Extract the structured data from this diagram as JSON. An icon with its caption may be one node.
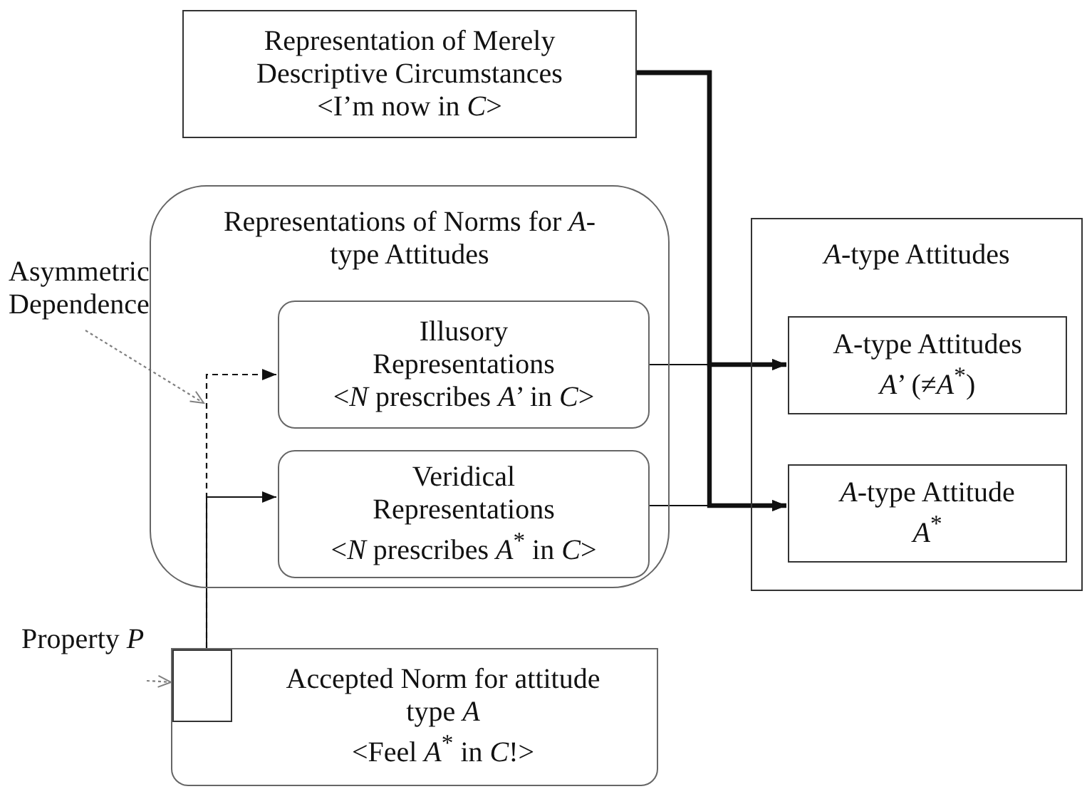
{
  "diagram": {
    "nodes": [
      {
        "text": [
          "Representation of Merely Descriptive Circumstances",
          "<I’m now in *C*>"
        ]
      },
      {
        "text": [
          "Representations of Norms for *A*-type Attitudes"
        ]
      },
      {
        "text": [
          "Illusory Representations",
          "<*N* prescribes *A*’ in *C*>"
        ],
        "in": 1
      },
      {
        "text": [
          "Veridical Representations",
          "<*N* prescribes *A*$^{*}$ in *C*>"
        ],
        "in": 1
      },
      {
        "text": [
          "*A*-type Attitudes"
        ]
      },
      {
        "text": [
          "A-type Attitudes",
          "*A*’ (≠*A*$^{*}$)"
        ],
        "in": 4
      },
      {
        "text": [
          "*A*-type Attitude",
          "*A*$^{*}$"
        ],
        "in": 4
      },
      {
        "text": [
          "Accepted Norm for attitude type *A*",
          "<Feel *A*$^{*}$ in *C*!>"
        ]
      },
      {
        "text": [],
        "shape": "box",
        "in": 7
      },
      {
        "text": [
          "Property *P*"
        ]
      },
      {
        "text": [
          "Asymmetric Dependence"
        ]
      }
    ],
    "edges": [
      {
        "from": 0,
        "to": 5,
        "arrow": "to",
        "style": "thick"
      },
      {
        "from": 0,
        "to": 6,
        "arrow": "to",
        "style": "thick"
      },
      {
        "from": 2,
        "to": 5,
        "arrow": "to"
      },
      {
        "from": 3,
        "to": 6,
        "arrow": "to"
      },
      {
        "from": 8,
        "to": 2,
        "arrow": "to",
        "style": "dashed"
      },
      {
        "from": 8,
        "to": 3,
        "arrow": "to"
      },
      {
        "from": 10,
        "to": null,
        "arrow": "to",
        "style": "dashed",
        "color": "#808080"
      },
      {
        "from": 9,
        "to": 8,
        "arrow": "to",
        "style": "dashed",
        "color": "#808080"
      }
    ]
  }
}
